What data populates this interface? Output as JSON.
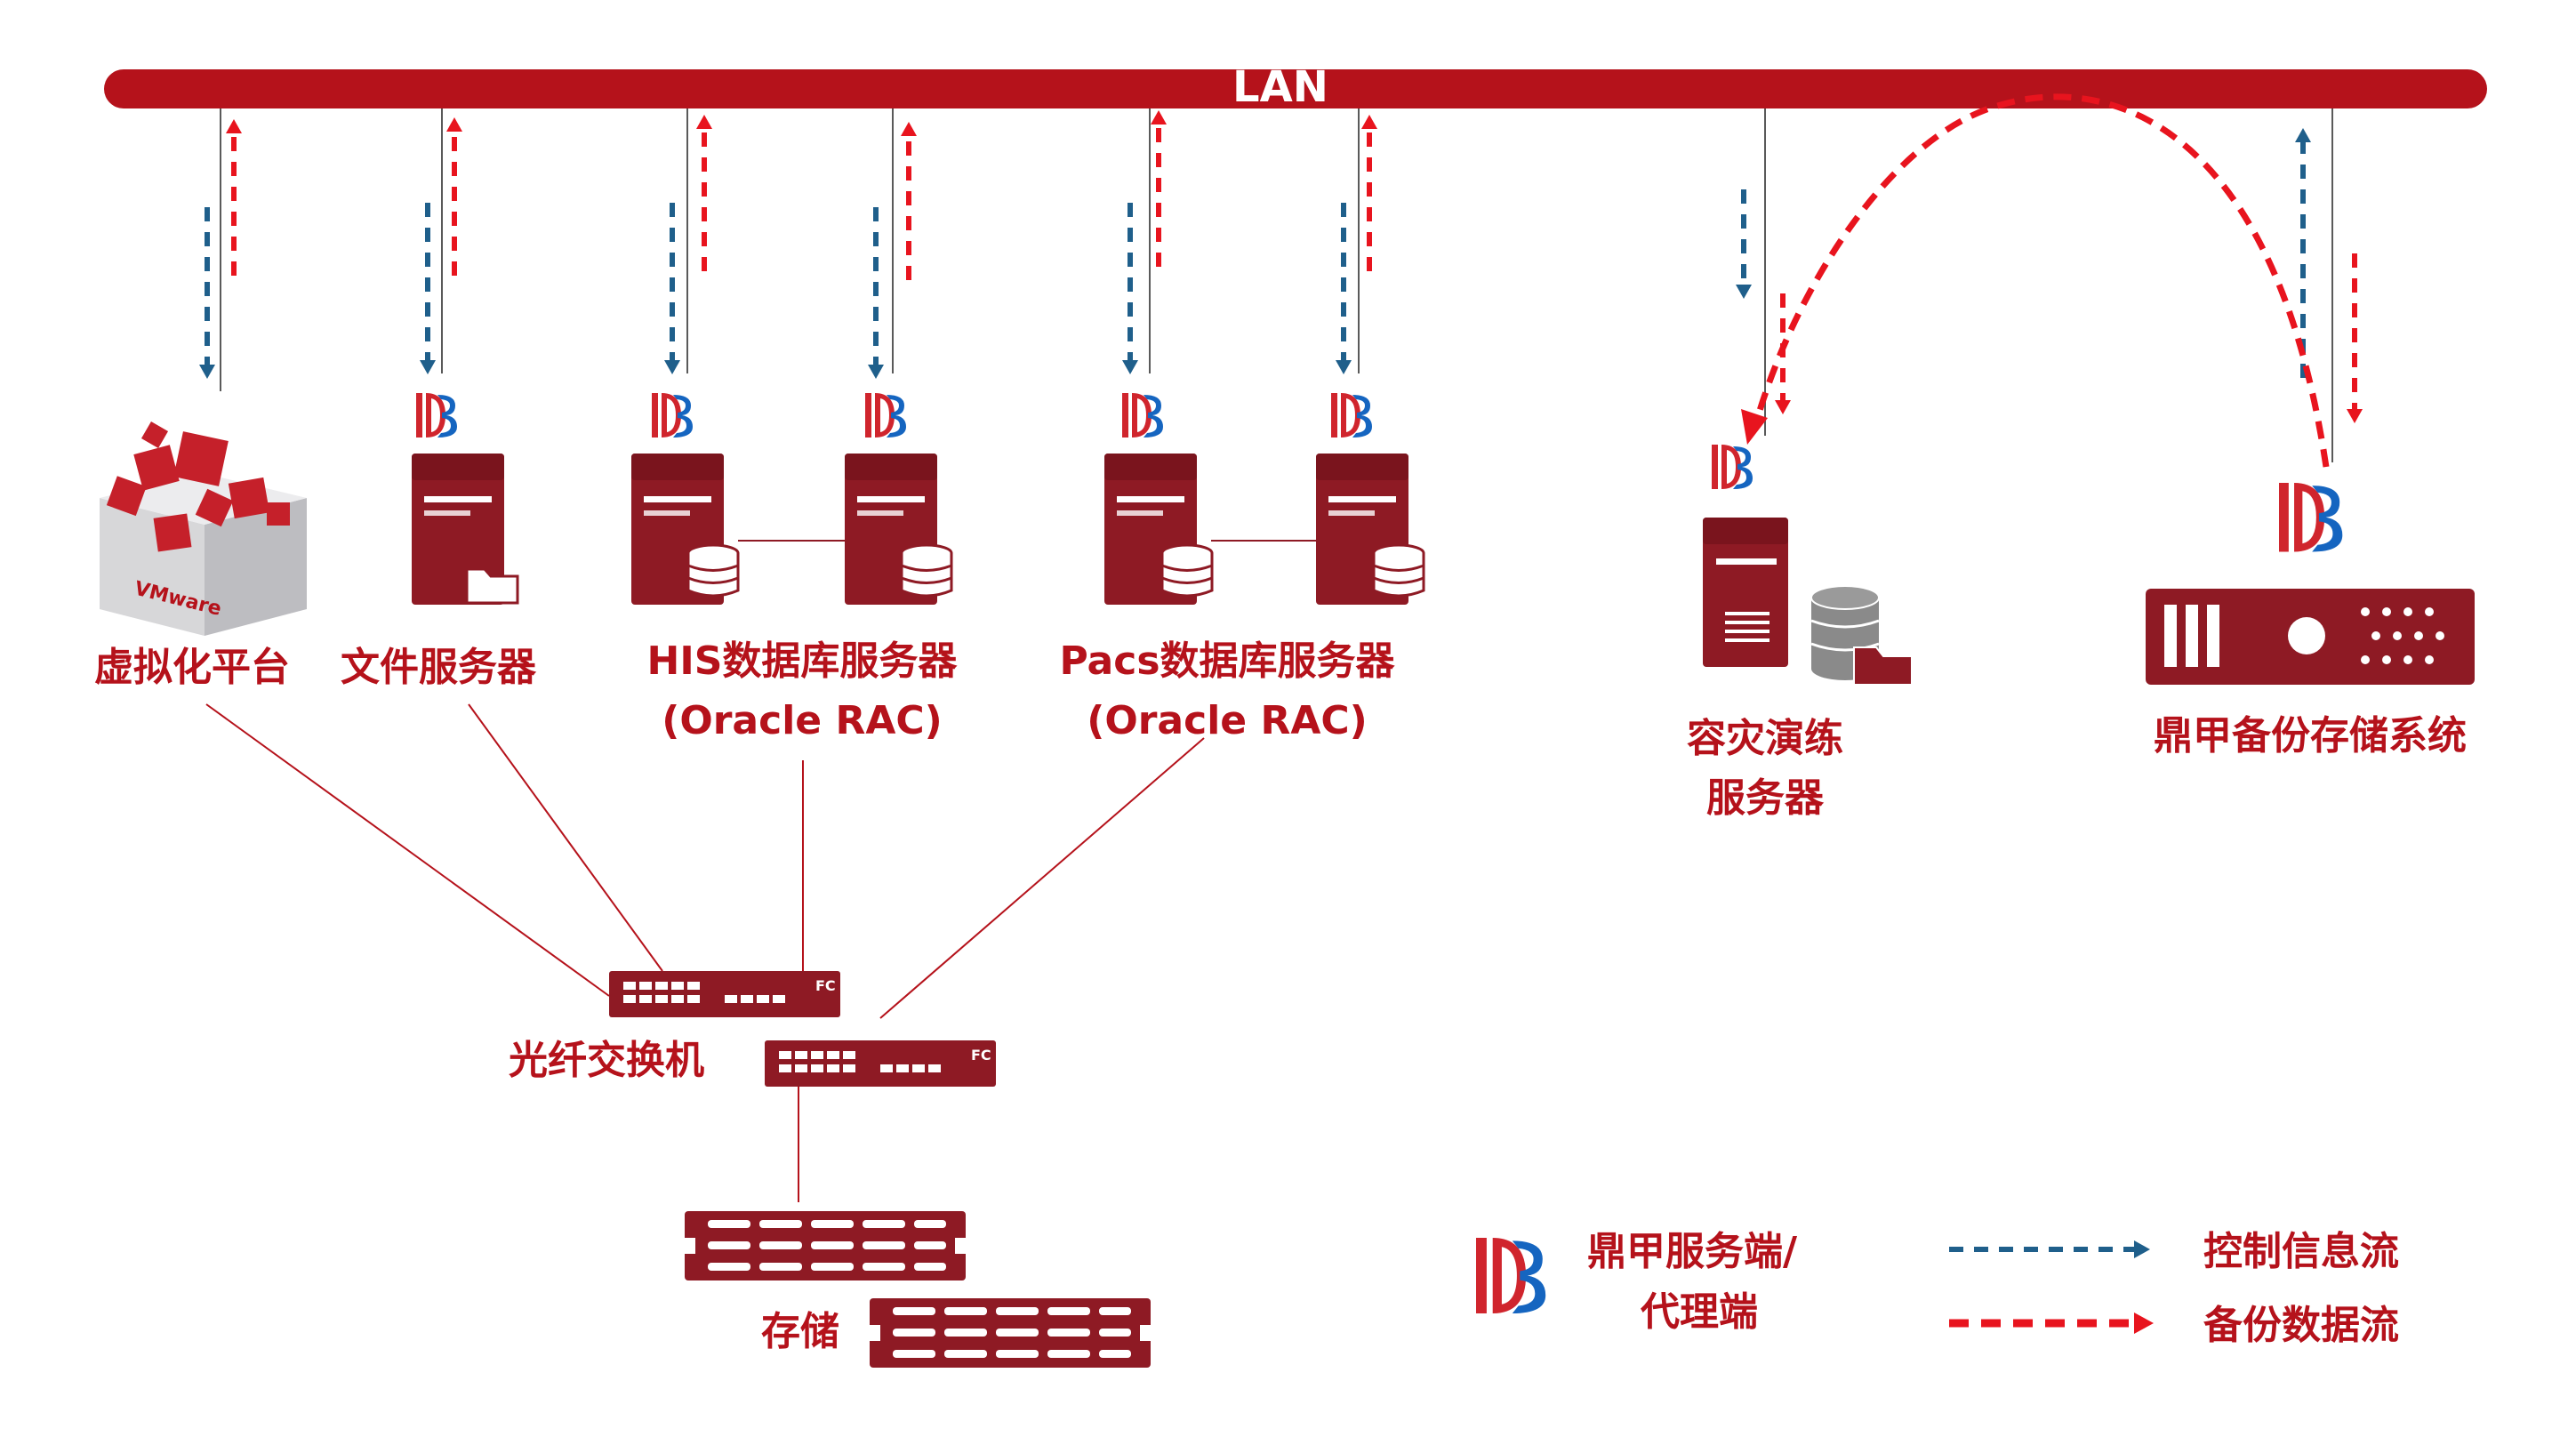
{
  "lan_label": "LAN",
  "nodes": {
    "virtualization": {
      "label": "虚拟化平台",
      "badge": "VMware"
    },
    "file_server": {
      "label": "文件服务器"
    },
    "his": {
      "label_line1": "HIS数据库服务器",
      "label_line2": "(Oracle RAC)"
    },
    "pacs": {
      "label_line1": "Pacs数据库服务器",
      "label_line2": "(Oracle RAC)"
    },
    "dr_server": {
      "label_line1": "容灾演练",
      "label_line2": "服务器"
    },
    "backup_system": {
      "label": "鼎甲备份存储系统"
    },
    "fc_switch": {
      "label": "光纤交换机",
      "tag": "FC"
    },
    "storage": {
      "label": "存储"
    }
  },
  "legend": {
    "agent_line1": "鼎甲服务端/",
    "agent_line2": "代理端",
    "control_flow": "控制信息流",
    "backup_flow": "备份数据流"
  },
  "colors": {
    "brand_red": "#b5121b",
    "device_red": "#8e1a24",
    "control_blue": "#1f5f8b",
    "data_red": "#e8141e",
    "logo_blue": "#1565c0"
  }
}
